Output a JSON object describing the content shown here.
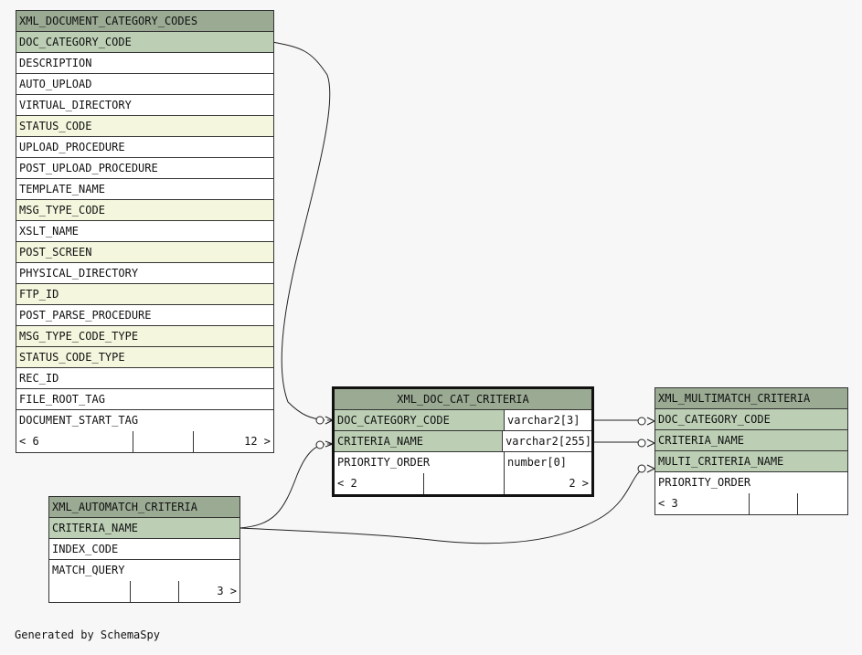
{
  "tables": {
    "doc_category_codes": {
      "name": "XML_DOCUMENT_CATEGORY_CODES",
      "columns": [
        {
          "name": "DOC_CATEGORY_CODE",
          "kind": "pk"
        },
        {
          "name": "DESCRIPTION",
          "kind": "plain"
        },
        {
          "name": "AUTO_UPLOAD",
          "kind": "plain"
        },
        {
          "name": "VIRTUAL_DIRECTORY",
          "kind": "plain"
        },
        {
          "name": "STATUS_CODE",
          "kind": "fk"
        },
        {
          "name": "UPLOAD_PROCEDURE",
          "kind": "plain"
        },
        {
          "name": "POST_UPLOAD_PROCEDURE",
          "kind": "plain"
        },
        {
          "name": "TEMPLATE_NAME",
          "kind": "plain"
        },
        {
          "name": "MSG_TYPE_CODE",
          "kind": "fk"
        },
        {
          "name": "XSLT_NAME",
          "kind": "plain"
        },
        {
          "name": "POST_SCREEN",
          "kind": "fk"
        },
        {
          "name": "PHYSICAL_DIRECTORY",
          "kind": "plain"
        },
        {
          "name": "FTP_ID",
          "kind": "fk"
        },
        {
          "name": "POST_PARSE_PROCEDURE",
          "kind": "plain"
        },
        {
          "name": "MSG_TYPE_CODE_TYPE",
          "kind": "fk"
        },
        {
          "name": "STATUS_CODE_TYPE",
          "kind": "fk"
        },
        {
          "name": "REC_ID",
          "kind": "plain"
        },
        {
          "name": "FILE_ROOT_TAG",
          "kind": "plain"
        },
        {
          "name": "DOCUMENT_START_TAG",
          "kind": "plain"
        }
      ],
      "footer": [
        "< 6",
        "",
        "12 >"
      ]
    },
    "doc_cat_criteria": {
      "name": "XML_DOC_CAT_CRITERIA",
      "columns": [
        {
          "name": "DOC_CATEGORY_CODE",
          "type": "varchar2[3]",
          "kind": "pk"
        },
        {
          "name": "CRITERIA_NAME",
          "type": "varchar2[255]",
          "kind": "pk"
        },
        {
          "name": "PRIORITY_ORDER",
          "type": "number[0]",
          "kind": "plain"
        }
      ],
      "footer": [
        "< 2",
        "",
        "2 >"
      ]
    },
    "multimatch_criteria": {
      "name": "XML_MULTIMATCH_CRITERIA",
      "columns": [
        {
          "name": "DOC_CATEGORY_CODE",
          "kind": "pk"
        },
        {
          "name": "CRITERIA_NAME",
          "kind": "pk"
        },
        {
          "name": "MULTI_CRITERIA_NAME",
          "kind": "pk"
        },
        {
          "name": "PRIORITY_ORDER",
          "kind": "plain"
        }
      ],
      "footer": [
        "< 3",
        "",
        ""
      ]
    },
    "automatch_criteria": {
      "name": "XML_AUTOMATCH_CRITERIA",
      "columns": [
        {
          "name": "CRITERIA_NAME",
          "kind": "pk"
        },
        {
          "name": "INDEX_CODE",
          "kind": "plain"
        },
        {
          "name": "MATCH_QUERY",
          "kind": "plain"
        }
      ],
      "footer": [
        "",
        "",
        "3 >"
      ]
    }
  },
  "credit": "Generated by SchemaSpy"
}
